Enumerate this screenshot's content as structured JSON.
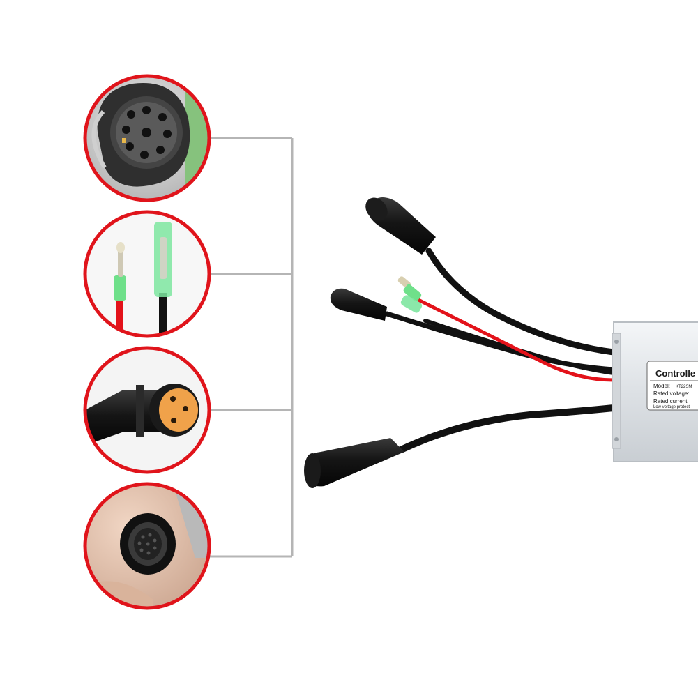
{
  "colors": {
    "circle_border": "#e0141b",
    "bracket_line": "#b5b5b5",
    "cable_black": "#111111",
    "wire_red": "#e3121a",
    "insulator_green": "#6fe08a",
    "pin_orange": "#f0a24a",
    "aluminium": "#e4e7ea"
  },
  "controller_label": {
    "title": "Controlle",
    "model": "Model:",
    "model_value": "KT22SM",
    "rated_voltage": "Rated voltage:",
    "rated_current": "Rated current:",
    "low_voltage": "Low voltage protect"
  },
  "icons": {
    "callout_1": "nine-pin-connector-icon",
    "callout_2": "bullet-connector-icon",
    "callout_3": "three-pin-connector-icon",
    "callout_4": "multi-pin-socket-icon"
  }
}
